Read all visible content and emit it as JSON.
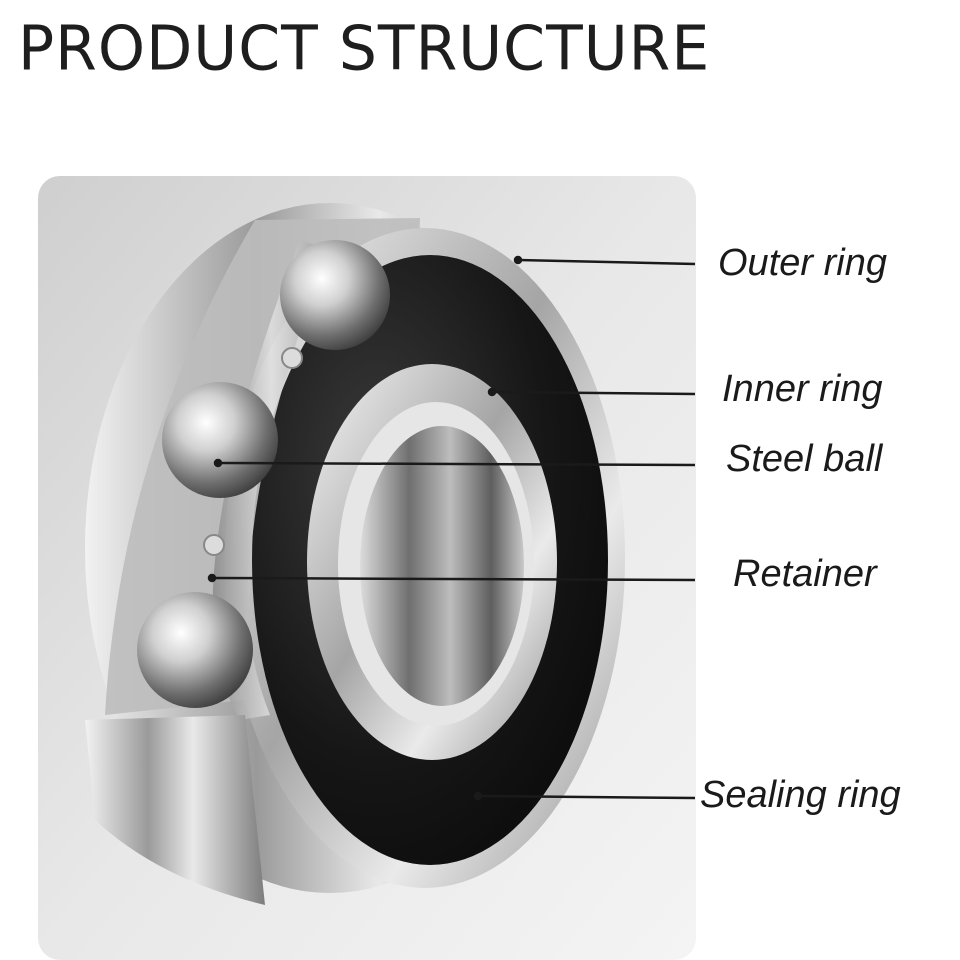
{
  "title": "PRODUCT STRUCTURE",
  "labels": {
    "outer_ring": "Outer ring",
    "inner_ring": "Inner ring",
    "steel_ball": "Steel ball",
    "retainer": "Retainer",
    "sealing_ring": "Sealing ring"
  },
  "colors": {
    "title": "#1e1e1e",
    "panel": "#d7d7d7",
    "seal": "#1b1b1b",
    "steel": "#c8c8c8",
    "leader": "#1a1a1a"
  }
}
